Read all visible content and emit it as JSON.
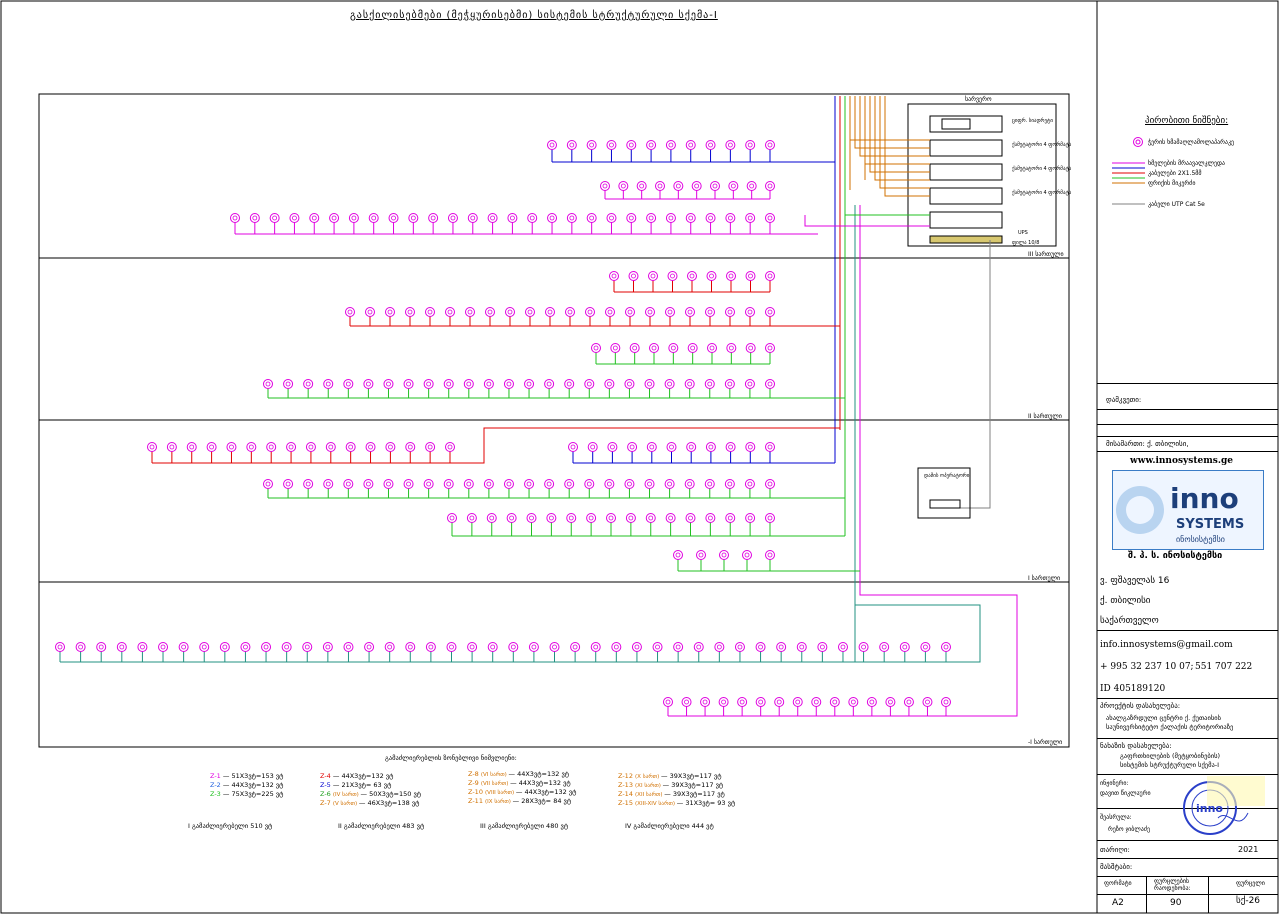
{
  "title": "გასქილისებმები (მეჭყურისებმი) სისტემის სტრუქტურული სქემა-I",
  "server_room_label": "სარვერო",
  "rack_labels": [
    "ციფრ. სიადრეტი",
    "ქამუტატორი 4 ფორმატა",
    "ქამუტატორი 4 ფორმატა",
    "ქამუტატორი 4 ფორმატა",
    "UPS",
    "ფილა 10/8"
  ],
  "floors": [
    "III სართული",
    "II სართული",
    "I სართული",
    "-I სართული"
  ],
  "legend": {
    "title": "პირობითი ნიშნები:",
    "items": [
      "ჭერის ხმამაღლამოლაპარაკე",
      "ხმელების მრაავალკლედა",
      "კაბელები 2X1.5მმ",
      "ფრიქის მიკერძი",
      "კაბელი UTP Cat 5e"
    ]
  },
  "mic_station_label": "დამის ოპერატორი",
  "colors": {
    "pink": "#e000e0",
    "blue": "#0000d0",
    "red": "#e00000",
    "green": "#20c020",
    "teal": "#209080",
    "orange": "#d07000",
    "gray": "#808080"
  },
  "zones_summary": {
    "title": "გამაძლიერებლის ზონებლივი ნიმვლიენი:",
    "col1": [
      {
        "z": "Z-1",
        "text": "51X3ვტ=153 ვტ"
      },
      {
        "z": "Z-2",
        "text": "44X3ვტ=132 ვტ"
      },
      {
        "z": "Z-3",
        "text": "75X3ვტ=225 ვტ"
      }
    ],
    "col2": [
      {
        "z": "Z-4",
        "text": "44X3ვტ=132 ვტ"
      },
      {
        "z": "Z-5",
        "text": "21X3ვტ= 63 ვტ"
      },
      {
        "z": "Z-6",
        "sub": "(IV სართ)",
        "text": "50X3ვტ=150 ვტ"
      },
      {
        "z": "Z-7",
        "sub": "(V სართ)",
        "text": "46X3ვტ=138 ვტ"
      }
    ],
    "col3": [
      {
        "z": "Z-8",
        "sub": "(VI სართ)",
        "text": "44X3ვტ=132 ვტ"
      },
      {
        "z": "Z-9",
        "sub": "(VII სართ)",
        "text": "44X3ვტ=132 ვტ"
      },
      {
        "z": "Z-10",
        "sub": "(VIII სართ)",
        "text": "44X3ვტ=132 ვტ"
      },
      {
        "z": "Z-11",
        "sub": "(IX სართ)",
        "text": "28X3ვტ= 84 ვტ"
      }
    ],
    "col4": [
      {
        "z": "Z-12",
        "sub": "(X სართ)",
        "text": "39X3ვტ=117 ვტ"
      },
      {
        "z": "Z-13",
        "sub": "(XI სართ)",
        "text": "39X3ვტ=117 ვტ"
      },
      {
        "z": "Z-14",
        "sub": "(XII სართ)",
        "text": "39X3ვტ=117 ვტ"
      },
      {
        "z": "Z-15",
        "sub": "(XIII-XIV სართ)",
        "text": "31X3ვტ= 93 ვტ"
      }
    ],
    "totals": [
      "I გამაძლიერებელი 510 ვტ",
      "II გამაძლიერებელი 483 ვტ",
      "III გამაძლიერებელი 480 ვტ",
      "IV გამაძლიერებელი 444 ვტ"
    ]
  },
  "title_block": {
    "checked": "დამკვეთი:",
    "address_label": "მისამართი: ქ. თბილისი,",
    "website": "www.innosystems.ge",
    "company": "შ. პ. ს. ინოსისტემსი",
    "logo_text_1": "inno",
    "logo_text_2": "SYSTEMS",
    "logo_text_3": "ინოსისტემსი",
    "street": "ვ. ფშაველას 16",
    "city": "ქ. თბილისი",
    "country": "საქართველო",
    "email": "info.innosystems@gmail.com",
    "phone": "+ 995 32 237 10 07;",
    "phone2": "551 707 222",
    "id": "ID 405189120",
    "project_label": "პროექტის დასახელება:",
    "project_name": "ახალგაზრდული ცენტრი ქ. ქუთაისის საუნივერსიტეტო ქალაქის ტერიტორიაზე",
    "sheet_label": "ნახაზის დასახელება:",
    "sheet_name_1": "გაფრთხილების (მეტყობინების)",
    "sheet_name_2": "სისტემის სტრუქტურული სქემა-I",
    "engineer_label": "ინჟინერი:",
    "engineer_name": "დავით წიკლაური",
    "designer_label": "შეასრულა:",
    "designer_name": "რეზო ჯიბლაძე",
    "date_label": "თარიღი:",
    "year": "2021",
    "scale_label": "მასშტაბი:",
    "format_label": "ფორმატი",
    "format": "A2",
    "pages_label": "ფურცლების რაოდენობა:",
    "pages": "90",
    "sheet_no_label": "ფურცელი",
    "sheet_no": "სქ-26"
  }
}
